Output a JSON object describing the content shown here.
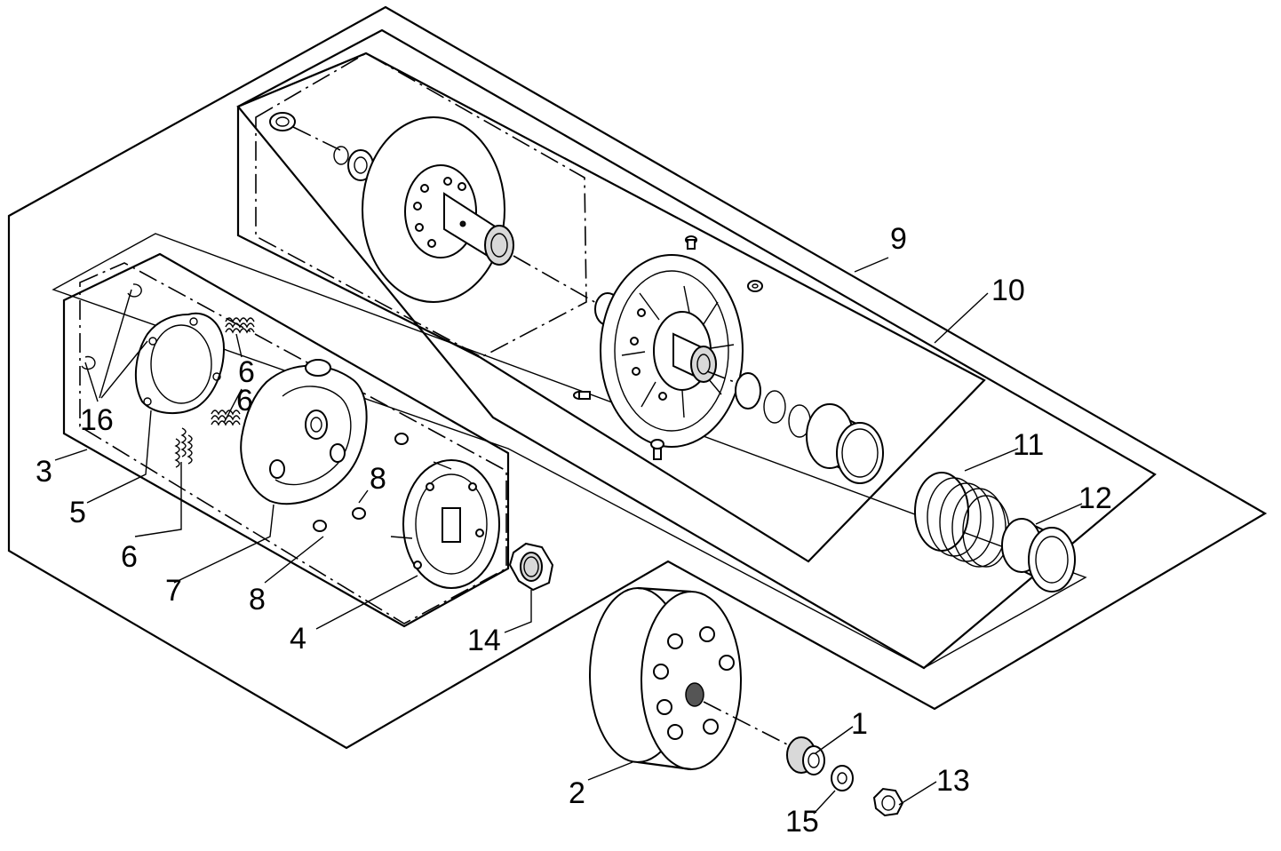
{
  "diagram": {
    "callouts": [
      {
        "id": "1",
        "text": "1"
      },
      {
        "id": "2",
        "text": "2"
      },
      {
        "id": "3",
        "text": "3"
      },
      {
        "id": "4",
        "text": "4"
      },
      {
        "id": "5",
        "text": "5"
      },
      {
        "id": "6a",
        "text": "6"
      },
      {
        "id": "6b",
        "text": "6"
      },
      {
        "id": "6c",
        "text": "6"
      },
      {
        "id": "7",
        "text": "7"
      },
      {
        "id": "8a",
        "text": "8"
      },
      {
        "id": "8b",
        "text": "8"
      },
      {
        "id": "9",
        "text": "9"
      },
      {
        "id": "10",
        "text": "10"
      },
      {
        "id": "11",
        "text": "11"
      },
      {
        "id": "12",
        "text": "12"
      },
      {
        "id": "13",
        "text": "13"
      },
      {
        "id": "14",
        "text": "14"
      },
      {
        "id": "15",
        "text": "15"
      },
      {
        "id": "16",
        "text": "16"
      }
    ],
    "colors": {
      "line": "#000000",
      "fill": "#ffffff",
      "shade": "#d9d9d9"
    }
  }
}
